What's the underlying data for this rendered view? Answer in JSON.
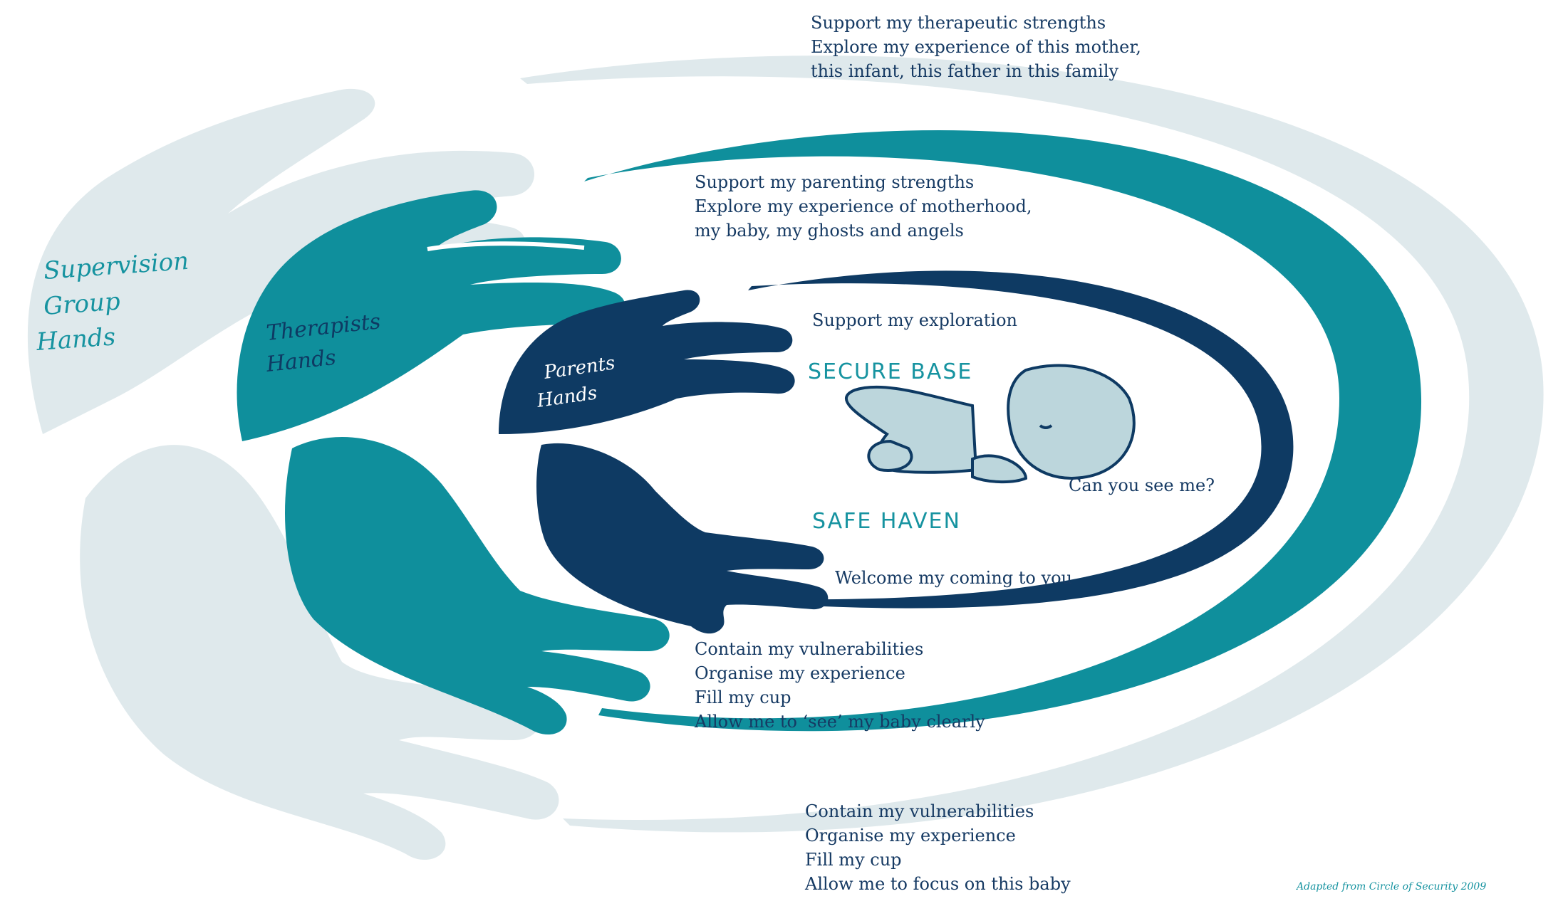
{
  "colors": {
    "supervision": "#dfe9ec",
    "therapist": "#0f8f9c",
    "parent": "#0e3a63",
    "baby": "#bcd6dc",
    "text_dark": "#163a63",
    "text_teal": "#1693a0"
  },
  "labels": {
    "supervision": [
      "Supervision",
      "Group",
      "Hands"
    ],
    "therapists": [
      "Therapists",
      "Hands"
    ],
    "parents": [
      "Parents",
      "Hands"
    ]
  },
  "outer_top": [
    "Support my therapeutic strengths",
    "Explore my experience of this mother,",
    "this infant, this father in this family"
  ],
  "middle_top": [
    "Support my parenting strengths",
    "Explore my experience of motherhood,",
    "my baby, my ghosts and angels"
  ],
  "inner": {
    "exploration": "Support my exploration",
    "secure_base": "SECURE BASE",
    "see_me": "Can you see me?",
    "safe_haven": "SAFE HAVEN",
    "welcome": "Welcome my coming to you"
  },
  "middle_bottom": [
    "Contain my vulnerabilities",
    "Organise my experience",
    "Fill my cup",
    "Allow me to ‘see’ my baby clearly"
  ],
  "outer_bottom": [
    "Contain my vulnerabilities",
    "Organise my experience",
    "Fill my cup",
    "Allow me to focus on this baby"
  ],
  "credit": "Adapted from Circle of Security 2009"
}
